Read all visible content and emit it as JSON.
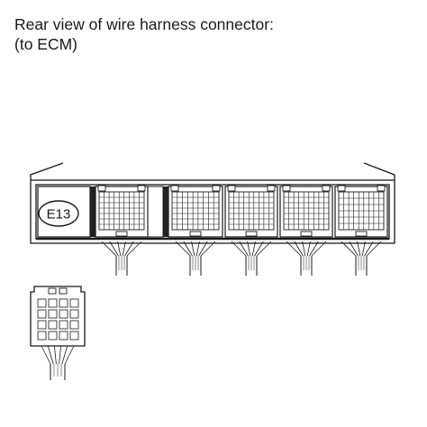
{
  "caption": {
    "line1": "Rear view of wire harness connector:",
    "line2": "(to ECM)"
  },
  "connector_label": "E13",
  "colors": {
    "line": "#1a1a1a",
    "fill": "#ffffff",
    "dark_fill": "#222222"
  }
}
